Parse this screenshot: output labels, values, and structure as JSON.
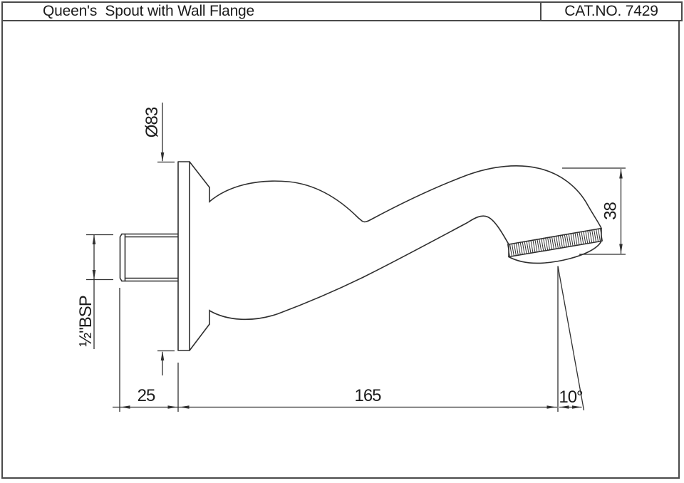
{
  "title_bar": {
    "title": "Queen's  Spout with Wall Flange",
    "cat_no": "CAT.NO. 7429"
  },
  "dimensions": {
    "flange_diameter": "Ø83",
    "thread": "½\"BSP",
    "spout_height": "38",
    "wall_offset": "25",
    "reach": "165",
    "outlet_angle": "10°"
  },
  "colors": {
    "line": "#2f2f2f",
    "border": "#4a4a4a",
    "background": "#ffffff"
  }
}
